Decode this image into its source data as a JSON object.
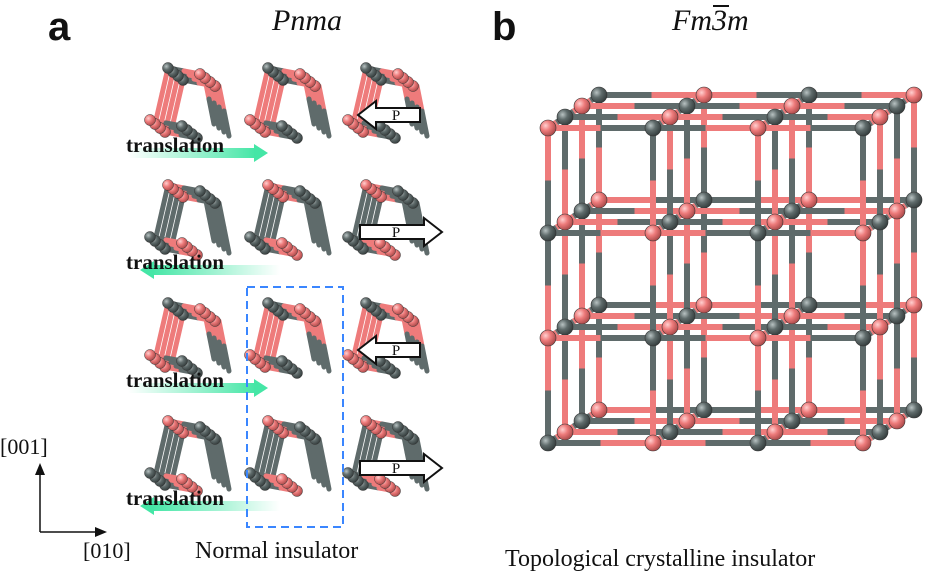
{
  "panel_a": {
    "letter": "a",
    "space_group": "Pnma",
    "caption": "Normal insulator",
    "translation_label": "translation",
    "polarization_label": "P",
    "rows": [
      {
        "translation_dir": "right",
        "p_dir": "left"
      },
      {
        "translation_dir": "left",
        "p_dir": "right"
      },
      {
        "translation_dir": "right",
        "p_dir": "left"
      },
      {
        "translation_dir": "left",
        "p_dir": "right"
      }
    ]
  },
  "panel_b": {
    "letter": "b",
    "space_group": "Fm3m",
    "space_group_note": "3 with overbar",
    "caption": "Topological crystalline insulator"
  },
  "axes": {
    "vertical": "[001]",
    "horizontal": "[010]"
  },
  "colors": {
    "atom_pink": "#ee7b7b",
    "atom_gray": "#5f6b6b",
    "translation_arrow": "#45e6a6",
    "unit_cell": "#3a86ff"
  }
}
